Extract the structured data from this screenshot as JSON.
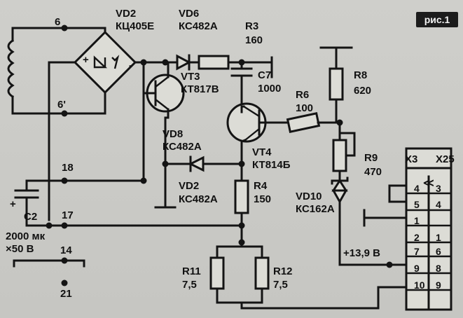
{
  "figure_label": "рис.1",
  "components": {
    "vd2_bridge": {
      "ref": "VD2",
      "type": "КЦ405Е"
    },
    "vd6": {
      "ref": "VD6",
      "type": "КС482А"
    },
    "r3": {
      "ref": "R3",
      "value": "160"
    },
    "vt3": {
      "ref": "VT3",
      "type": "КТ817В"
    },
    "c7": {
      "ref": "C7",
      "value": "1000"
    },
    "r8": {
      "ref": "R8",
      "value": "620"
    },
    "r6": {
      "ref": "R6",
      "value": "100"
    },
    "vd8": {
      "ref": "VD8",
      "type": "КС482А"
    },
    "vt4": {
      "ref": "VT4",
      "type": "КТ814Б"
    },
    "r9": {
      "ref": "R9",
      "value": "470"
    },
    "vd2_zener": {
      "ref": "VD2",
      "type": "КС482А"
    },
    "r4": {
      "ref": "R4",
      "value": "150"
    },
    "vd10": {
      "ref": "VD10",
      "type": "КС162А"
    },
    "c2": {
      "ref": "C2",
      "value": "2000 мк",
      "voltage": "×50 В"
    },
    "r11": {
      "ref": "R11",
      "value": "7,5"
    },
    "r12": {
      "ref": "R12",
      "value": "7,5"
    }
  },
  "nodes": {
    "n6": "6",
    "n6b": "6'",
    "n18": "18",
    "n17": "17",
    "n14": "14",
    "n21": "21"
  },
  "polarity": {
    "plus": "+",
    "minus": "-"
  },
  "voltage_label": "+13,9 В",
  "connectors": {
    "x3": "Х3",
    "x25": "Х25",
    "arrow": "≪",
    "pins_left": [
      "4",
      "5",
      "1",
      "2",
      "7",
      "9",
      "10"
    ],
    "pins_right": [
      "3",
      "4",
      "",
      "1",
      "6",
      "8",
      "9"
    ]
  }
}
